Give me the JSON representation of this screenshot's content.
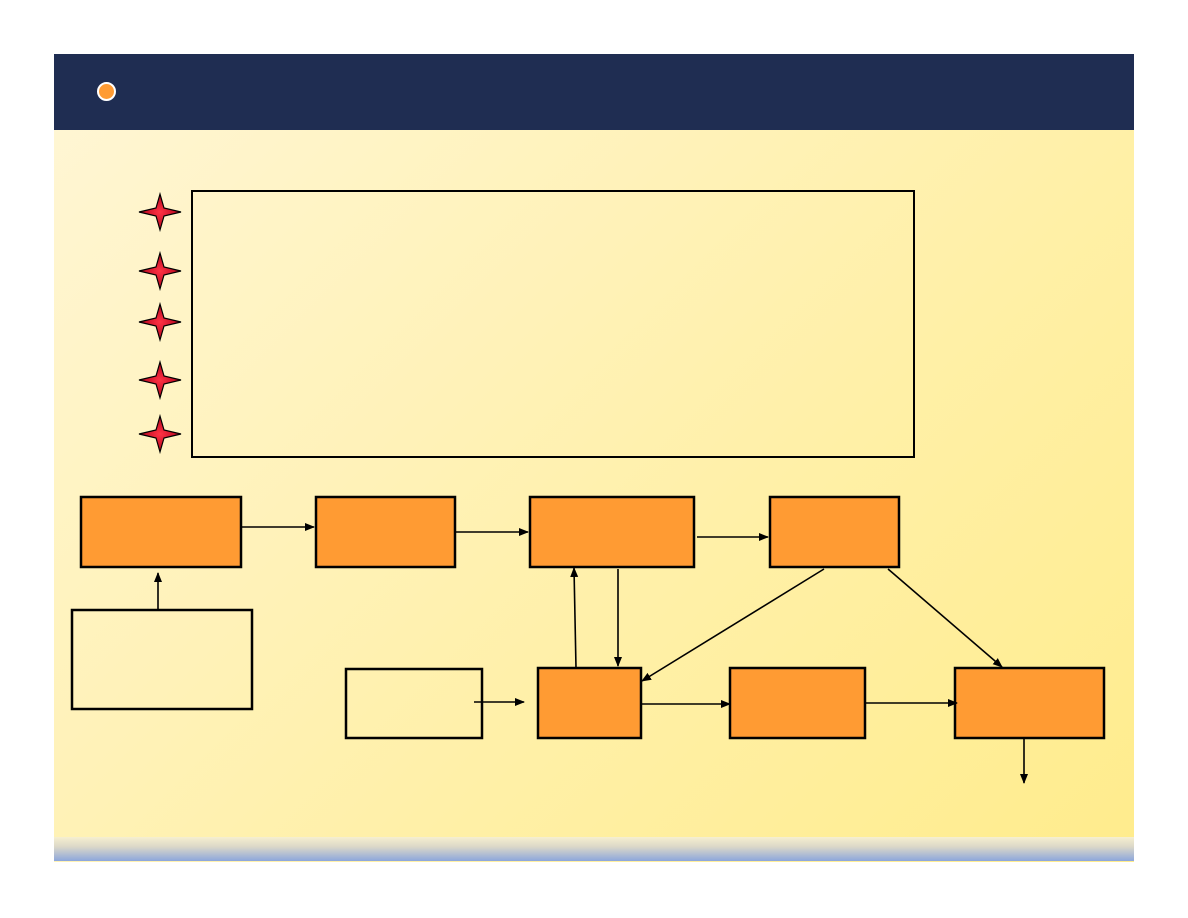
{
  "header": {
    "title": "",
    "bullet_color": "#ff9b33",
    "background": "#1f2d52"
  },
  "textbox": {
    "lines": [
      "",
      "",
      "",
      "",
      ""
    ]
  },
  "colors": {
    "process_fill": "#ff9b33",
    "input_fill": "none",
    "stroke": "#000000"
  },
  "diagram": {
    "nodes": [
      {
        "id": "n1",
        "label": "",
        "kind": "process"
      },
      {
        "id": "n2",
        "label": "",
        "kind": "process"
      },
      {
        "id": "n3",
        "label": "",
        "kind": "process"
      },
      {
        "id": "n4",
        "label": "",
        "kind": "process"
      },
      {
        "id": "n5",
        "label": "",
        "kind": "input"
      },
      {
        "id": "n6",
        "label": "",
        "kind": "input"
      },
      {
        "id": "n7",
        "label": "",
        "kind": "process"
      },
      {
        "id": "n8",
        "label": "",
        "kind": "process"
      },
      {
        "id": "n9",
        "label": "",
        "kind": "process"
      }
    ],
    "edges": [
      {
        "from": "n1",
        "to": "n2"
      },
      {
        "from": "n2",
        "to": "n3"
      },
      {
        "from": "n3",
        "to": "n4"
      },
      {
        "from": "n5",
        "to": "n1"
      },
      {
        "from": "n3",
        "to": "n7"
      },
      {
        "from": "n7",
        "to": "n3"
      },
      {
        "from": "n4",
        "to": "n7"
      },
      {
        "from": "n4",
        "to": "n9"
      },
      {
        "from": "n6",
        "to": "n7"
      },
      {
        "from": "n7",
        "to": "n8"
      },
      {
        "from": "n8",
        "to": "n9"
      },
      {
        "from": "n9",
        "to": "output"
      }
    ]
  }
}
